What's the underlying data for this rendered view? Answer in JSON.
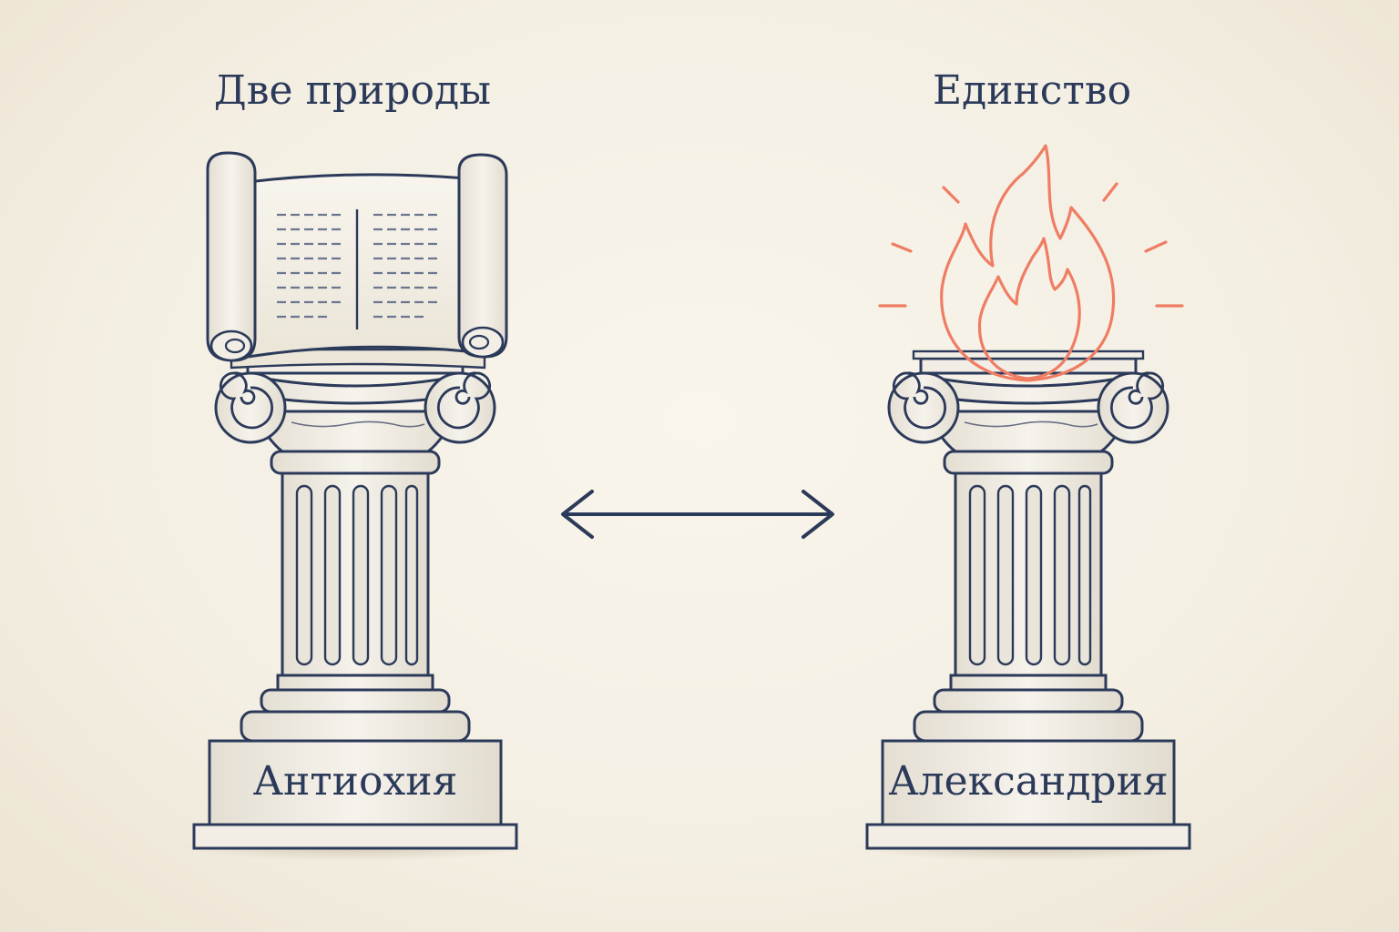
{
  "left": {
    "heading": "Две природы",
    "base_label": "Антиохия",
    "icon": "scroll-icon"
  },
  "right": {
    "heading": "Единство",
    "base_label": "Александрия",
    "icon": "flame-icon"
  },
  "connector": {
    "icon": "double-arrow-icon"
  },
  "colors": {
    "ink": "#2c3a5a",
    "stone": "#f2eee6",
    "flame": "#ef7d63",
    "background": "#f4efe3"
  }
}
